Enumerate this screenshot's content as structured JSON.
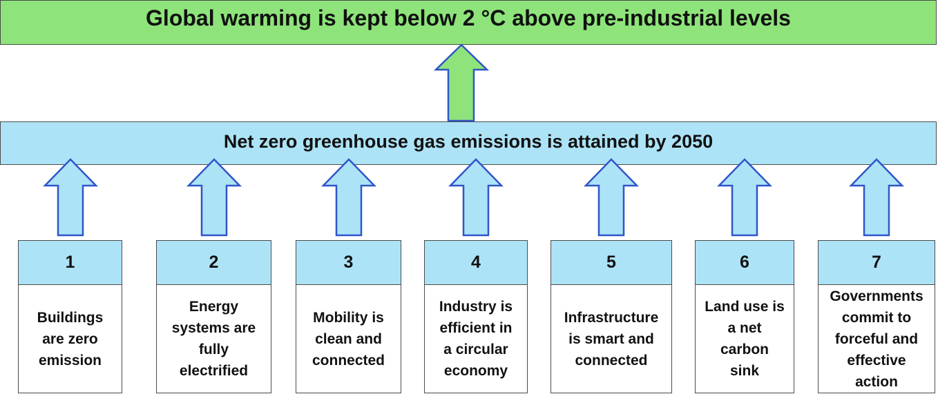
{
  "goal": {
    "text": "Global warming is kept below 2 °C above pre-industrial levels",
    "color": "#8ee47a"
  },
  "outcome": {
    "text": "Net zero greenhouse gas emissions is attained by 2050",
    "color": "#ade3f7"
  },
  "arrow_colors": {
    "goal_fill": "#8ee47a",
    "driver_fill": "#ade3f7",
    "stroke": "#2f55c9"
  },
  "drivers": [
    {
      "number": "1",
      "text": "Buildings\nare zero\nemission"
    },
    {
      "number": "2",
      "text": "Energy\nsystems are\nfully\nelectrified"
    },
    {
      "number": "3",
      "text": "Mobility is\nclean and\nconnected"
    },
    {
      "number": "4",
      "text": "Industry is\nefficient in\na circular\neconomy"
    },
    {
      "number": "5",
      "text": "Infrastructure\nis smart and\nconnected"
    },
    {
      "number": "6",
      "text": "Land use is\na net\ncarbon\nsink"
    },
    {
      "number": "7",
      "text": "Governments\ncommit to\nforceful and\neffective\naction"
    }
  ]
}
